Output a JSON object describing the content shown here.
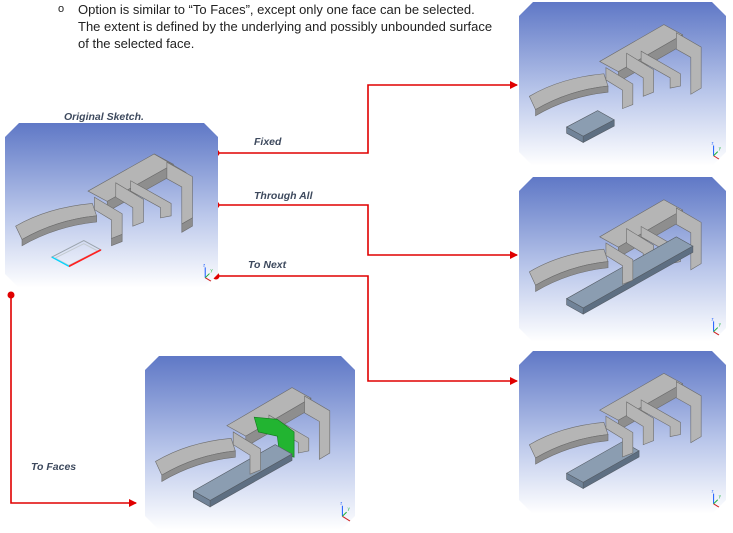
{
  "bullet": {
    "mark": "o",
    "line1": "Option is similar to “To Faces”, except only one face can be selected.",
    "line2": "The extent is defined by the underlying and possibly unbounded surface",
    "line3": "of the selected face."
  },
  "labels": {
    "original": "Original Sketch.",
    "fixed": "Fixed",
    "through_all": "Through All",
    "to_next": "To Next",
    "to_faces": "To Faces"
  },
  "axis": {
    "z": "z",
    "y": "y",
    "x": "x"
  },
  "colors": {
    "connector": "#e00000",
    "sky_top": "#5f78c6",
    "sky_bottom": "#ffffff",
    "part": "#b5b5b5",
    "extrude": "#8b9db1",
    "face_highlight": "#22b431",
    "sketch_outline": "#9aa4ad",
    "sketch_edge_red": "#ff2020",
    "sketch_edge_cyan": "#00d6ff"
  }
}
